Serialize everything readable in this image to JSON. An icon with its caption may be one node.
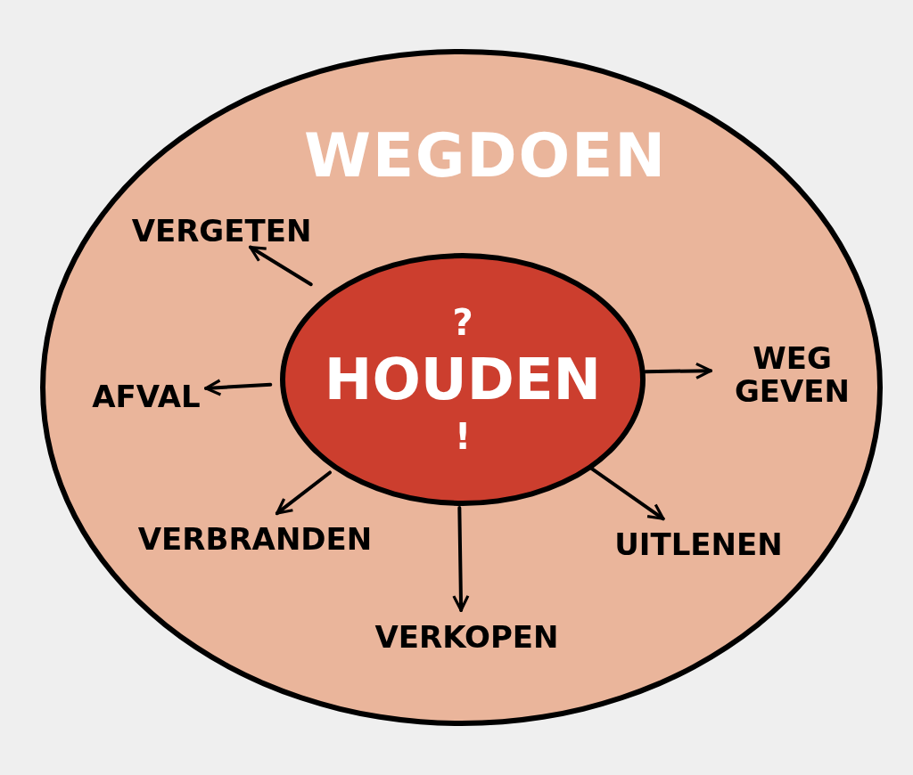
{
  "diagram": {
    "nodes": [
      {
        "text": [
          "WEGDOEN"
        ]
      },
      {
        "text": [
          "?",
          "HOUDEN",
          "!"
        ],
        "in": 0
      },
      {
        "text": [
          "VERGETEN"
        ],
        "in": 0
      },
      {
        "text": [
          "AFVAL"
        ],
        "in": 0
      },
      {
        "text": [
          "WEG GEVEN"
        ],
        "in": 0
      },
      {
        "text": [
          "VERBRANDEN"
        ],
        "in": 0
      },
      {
        "text": [
          "VERKOPEN"
        ],
        "in": 0
      },
      {
        "text": [
          "UITLENEN"
        ],
        "in": 0
      }
    ],
    "edges": [
      {
        "from": 1,
        "to": 2,
        "arrow": "to"
      },
      {
        "from": 1,
        "to": 3,
        "arrow": "to"
      },
      {
        "from": 1,
        "to": 4,
        "arrow": "to"
      },
      {
        "from": 1,
        "to": 5,
        "arrow": "to"
      },
      {
        "from": 1,
        "to": 6,
        "arrow": "to"
      },
      {
        "from": 1,
        "to": 7,
        "arrow": "to"
      }
    ]
  }
}
